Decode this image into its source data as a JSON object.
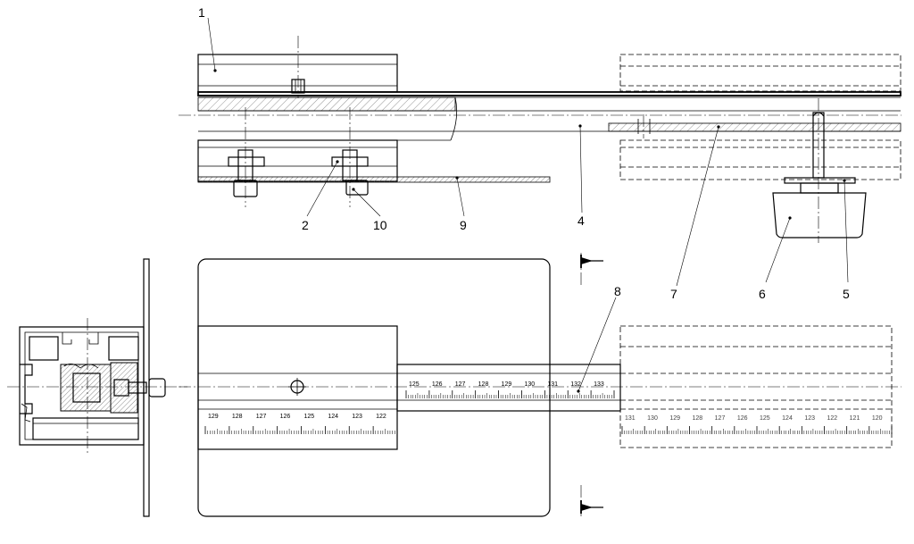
{
  "callouts": {
    "c1": "1",
    "c2": "2",
    "c10": "10",
    "c9": "9",
    "c4": "4",
    "c7": "7",
    "c6": "6",
    "c5": "5",
    "c8": "8"
  },
  "scales": {
    "left": [
      "129",
      "128",
      "127",
      "126",
      "125",
      "124",
      "123",
      "122"
    ],
    "middle": [
      "125",
      "126",
      "127",
      "128",
      "129",
      "130",
      "131",
      "132",
      "133"
    ],
    "right": [
      "131",
      "130",
      "129",
      "128",
      "127",
      "126",
      "125",
      "124",
      "123",
      "122",
      "121",
      "120"
    ]
  }
}
